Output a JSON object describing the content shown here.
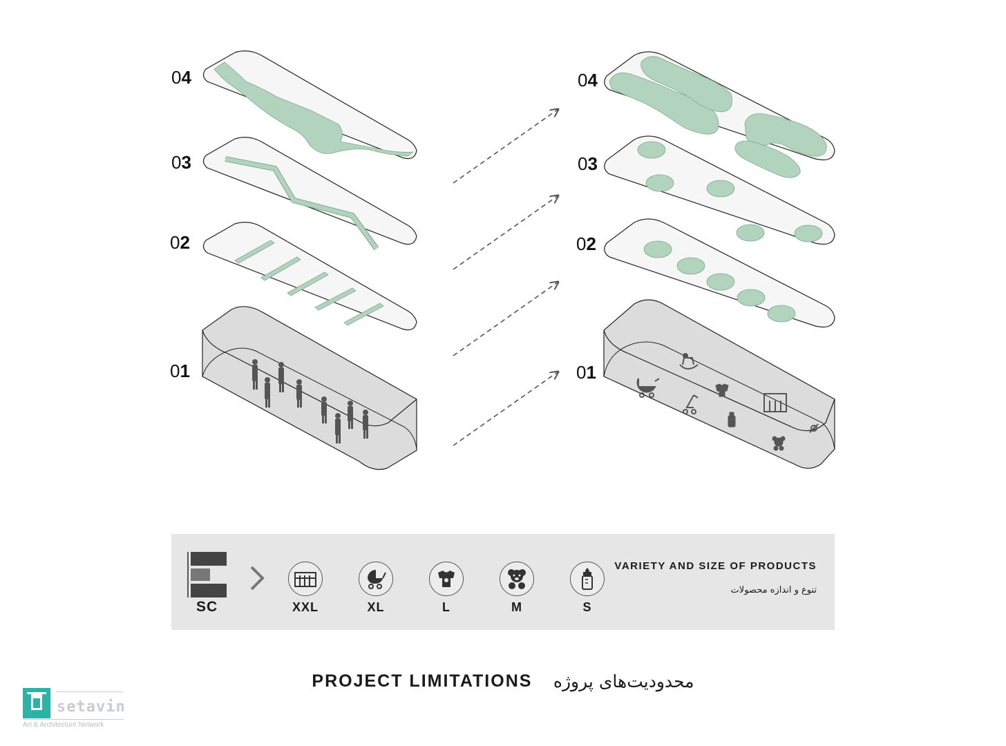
{
  "layers_left": [
    {
      "num_prefix": "0",
      "num_strong": "4"
    },
    {
      "num_prefix": "0",
      "num_strong": "3"
    },
    {
      "num_prefix": "0",
      "num_strong": "2"
    },
    {
      "num_prefix": "0",
      "num_strong": "1"
    }
  ],
  "layers_right": [
    {
      "num_prefix": "0",
      "num_strong": "4"
    },
    {
      "num_prefix": "0",
      "num_strong": "3"
    },
    {
      "num_prefix": "0",
      "num_strong": "2"
    },
    {
      "num_prefix": "0",
      "num_strong": "1"
    }
  ],
  "legend": {
    "title": "VARIETY AND SIZE OF PRODUCTS",
    "subtitle": "تنوع و اندازه محصولات",
    "scale_label": "SC",
    "sizes": [
      {
        "label": "XXL",
        "icon": "crib-icon"
      },
      {
        "label": "XL",
        "icon": "stroller-icon"
      },
      {
        "label": "L",
        "icon": "baby-bodysuit-icon"
      },
      {
        "label": "M",
        "icon": "teddy-bear-icon"
      },
      {
        "label": "S",
        "icon": "baby-bottle-icon"
      }
    ]
  },
  "footer": {
    "title_en": "PROJECT LIMITATIONS",
    "title_fa": "محدودیت‌های پروژه"
  },
  "logo": {
    "name": "setavin",
    "tagline": "Art & Architecture Network"
  },
  "colors": {
    "accent_green": "#b2d3bd",
    "green_stroke": "#7ea88b",
    "box_gray": "#d6d6d6",
    "slab_white": "#f6f6f6",
    "logo_teal": "#2bb3a5"
  }
}
